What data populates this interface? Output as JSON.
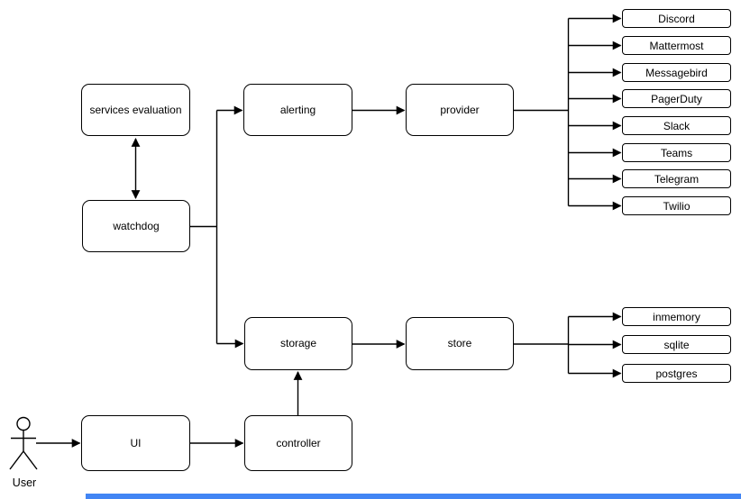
{
  "diagram": {
    "background_color": "#ffffff",
    "stroke_color": "#000000",
    "text_color": "#000000",
    "bottom_bar_color": "#4285f4",
    "nodes": {
      "services_evaluation": "services evaluation",
      "watchdog": "watchdog",
      "alerting": "alerting",
      "provider": "provider",
      "storage": "storage",
      "store": "store",
      "ui": "UI",
      "controller": "controller"
    },
    "provider_targets": [
      "Discord",
      "Mattermost",
      "Messagebird",
      "PagerDuty",
      "Slack",
      "Teams",
      "Telegram",
      "Twilio"
    ],
    "store_targets": [
      "inmemory",
      "sqlite",
      "postgres"
    ],
    "actor_label": "User"
  }
}
